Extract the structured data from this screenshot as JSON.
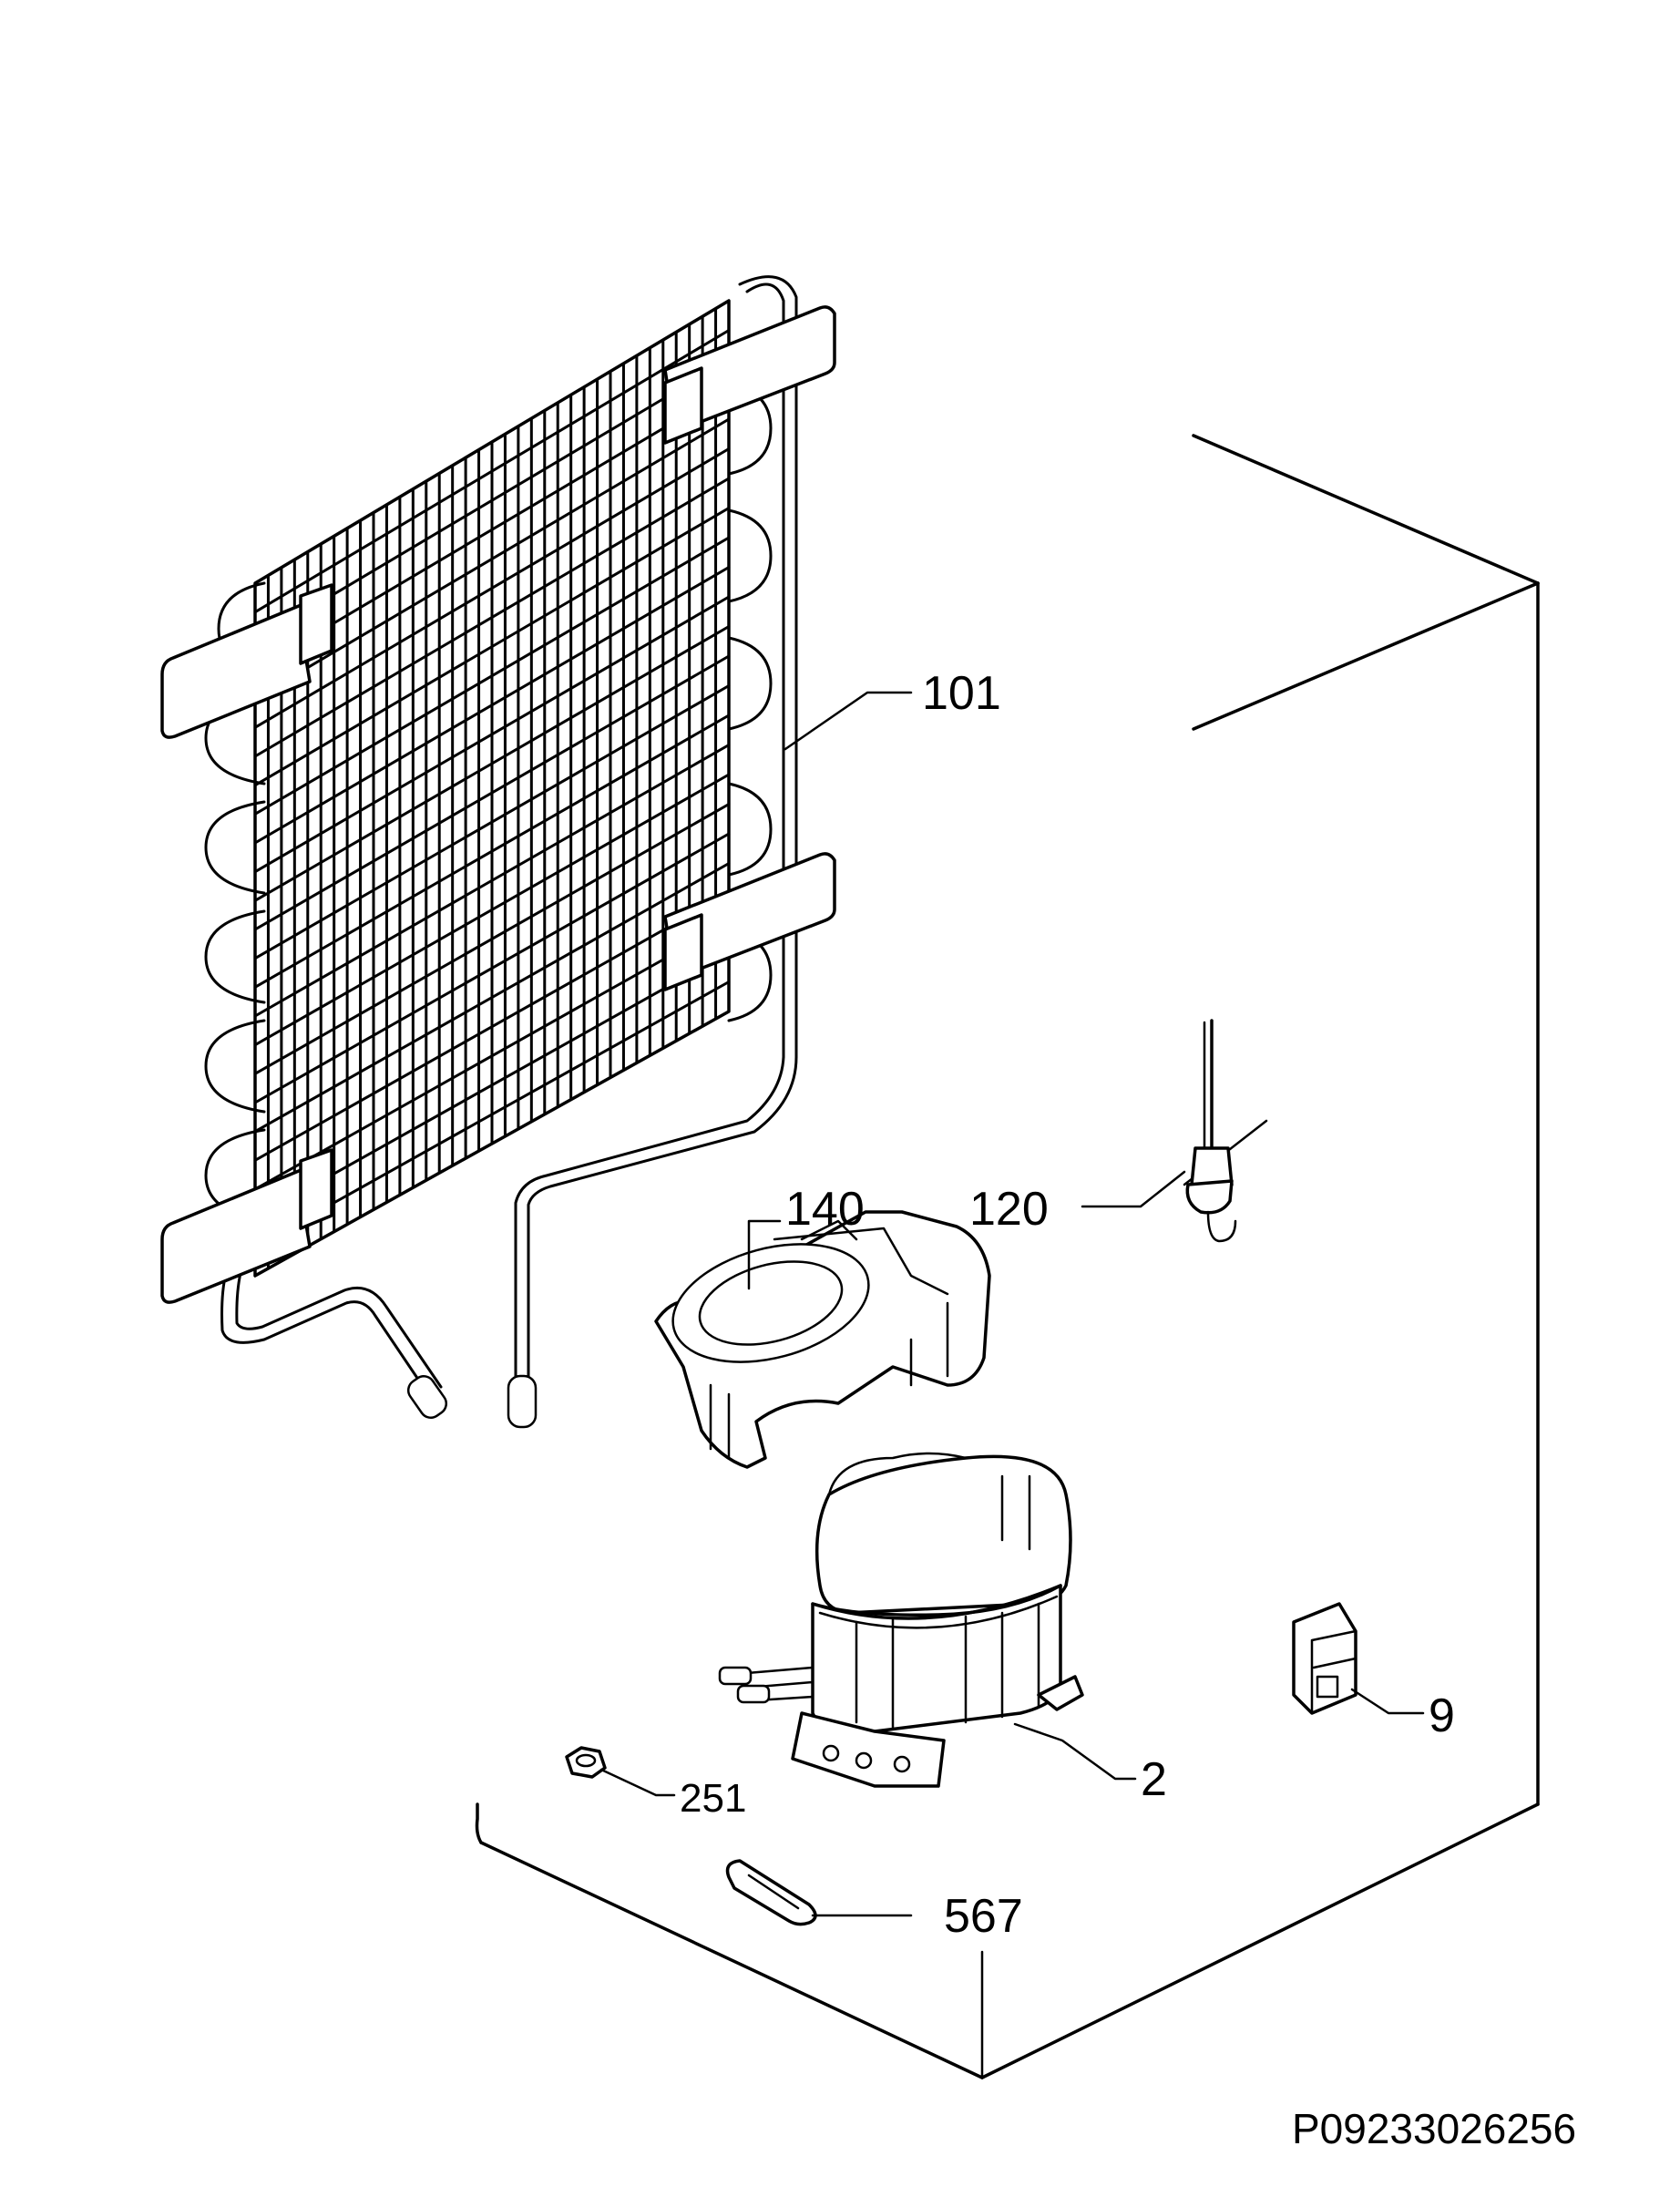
{
  "diagram": {
    "reference_code": "P09233026256",
    "parts": [
      {
        "id": "condenser",
        "label": "101"
      },
      {
        "id": "drip-tray",
        "label": "140"
      },
      {
        "id": "drier-filter",
        "label": "120"
      },
      {
        "id": "compressor",
        "label": "2"
      },
      {
        "id": "relay",
        "label": "9"
      },
      {
        "id": "nut",
        "label": "251"
      },
      {
        "id": "clamp",
        "label": "567"
      }
    ]
  }
}
